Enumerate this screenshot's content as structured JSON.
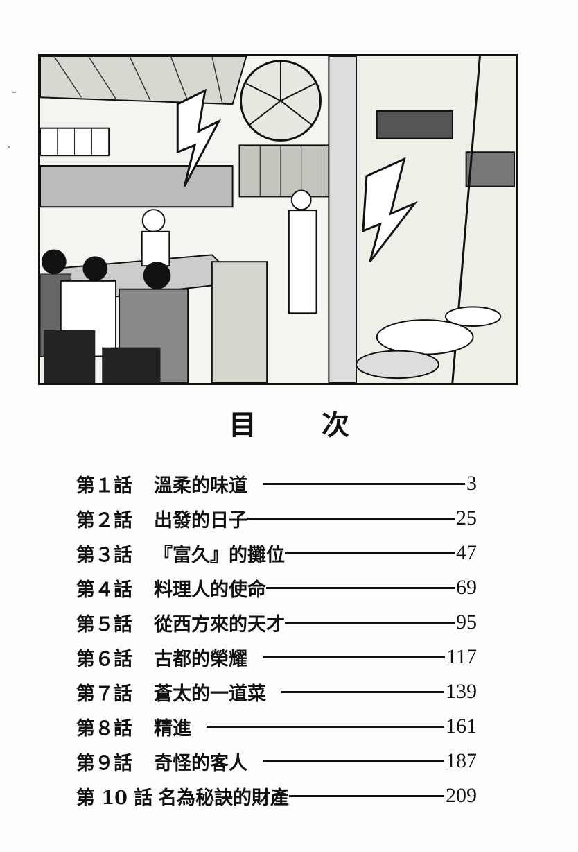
{
  "heading": "目 次",
  "entries": [
    {
      "number": "第１話",
      "title": "溫柔的味道",
      "page": "3"
    },
    {
      "number": "第２話",
      "title": "出發的日子",
      "page": "25"
    },
    {
      "number": "第３話",
      "title": "『富久』的攤位",
      "page": "47"
    },
    {
      "number": "第４話",
      "title": "料理人的使命",
      "page": "69"
    },
    {
      "number": "第５話",
      "title": "從西方來的天才",
      "page": "95"
    },
    {
      "number": "第６話",
      "title": "古都的榮耀",
      "page": "117"
    },
    {
      "number": "第７話",
      "title": "蒼太的一道菜",
      "page": "139"
    },
    {
      "number": "第８話",
      "title": "精進",
      "page": "161"
    },
    {
      "number": "第９話",
      "title": "奇怪的客人",
      "page": "187"
    },
    {
      "number": "第 10 話",
      "title": "名為秘訣的財產",
      "page": "209"
    }
  ]
}
